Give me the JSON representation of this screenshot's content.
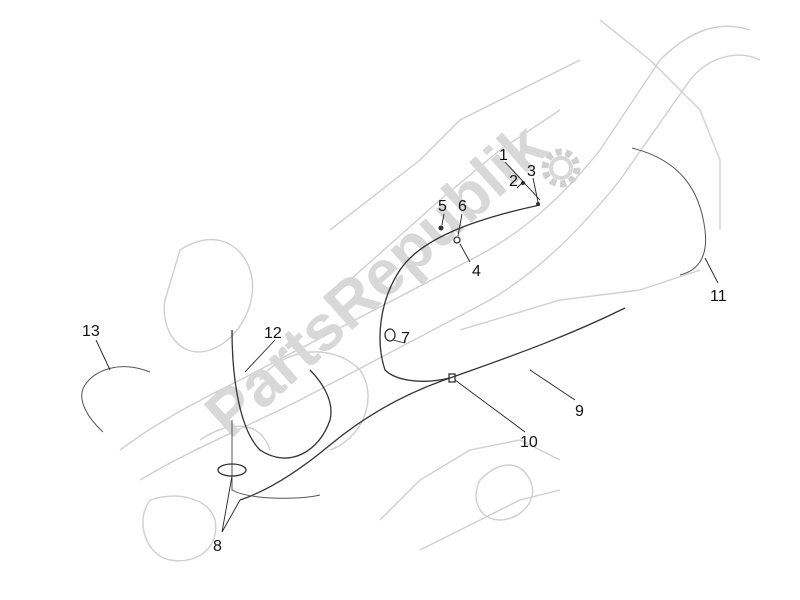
{
  "diagram": {
    "watermark": "PartsRepublik",
    "labels": [
      "1",
      "2",
      "3",
      "4",
      "5",
      "6",
      "7",
      "8",
      "9",
      "10",
      "11",
      "12",
      "13"
    ]
  }
}
